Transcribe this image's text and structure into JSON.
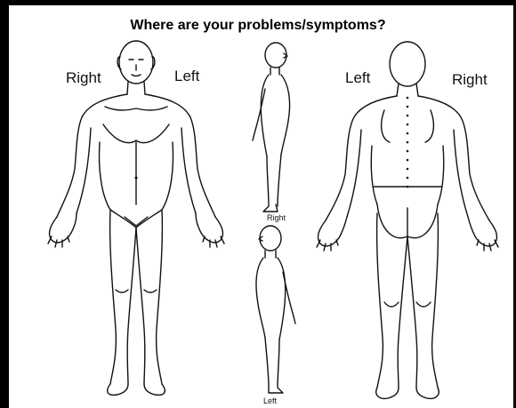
{
  "title": "Where are your problems/symptoms?",
  "front_view": {
    "label_right": "Right",
    "label_left": "Left"
  },
  "back_view": {
    "label_left": "Left",
    "label_right": "Right"
  },
  "side_top": {
    "caption": "Right"
  },
  "side_bottom": {
    "caption": "Left"
  }
}
